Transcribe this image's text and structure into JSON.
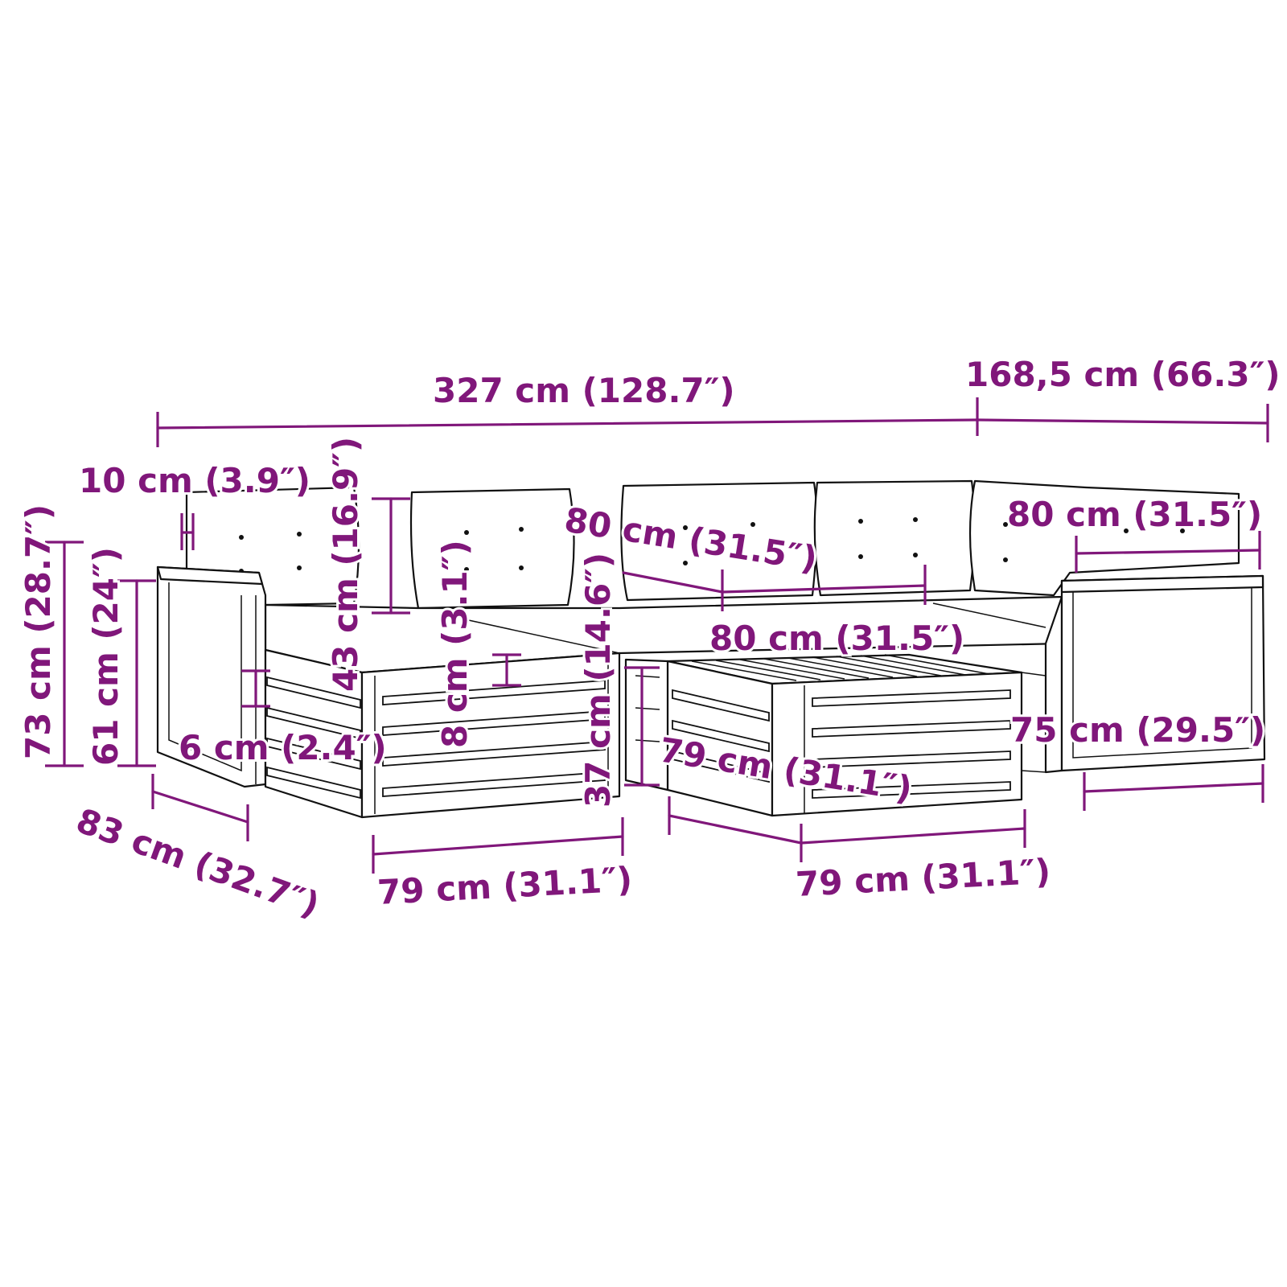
{
  "diagram": {
    "accent_color": "#80177a",
    "line_color": "#111111",
    "dimensions": {
      "total_width": "327 cm (128.7″)",
      "right_depth": "168,5 cm (66.3″)",
      "armrest_width": "10 cm (3.9″)",
      "backrest_height": "43 cm (16.9″)",
      "cushion_thickness": "8 cm (3.1″)",
      "back_module_width": "80 cm (31.5″)",
      "corner_module_width": "80 cm (31.5″)",
      "table_width": "80 cm (31.5″)",
      "total_height": "73 cm (28.7″)",
      "armrest_height": "61 cm (24″)",
      "slat_gap": "6 cm (2.4″)",
      "seat_height": "37 cm (14.6″)",
      "table_depth": "79 cm (31.1″)",
      "side_depth": "75 cm (29.5″)",
      "overall_depth": "83 cm (32.7″)",
      "ottoman_width": "79 cm (31.1″)",
      "table_length": "79 cm (31.1″)"
    }
  }
}
